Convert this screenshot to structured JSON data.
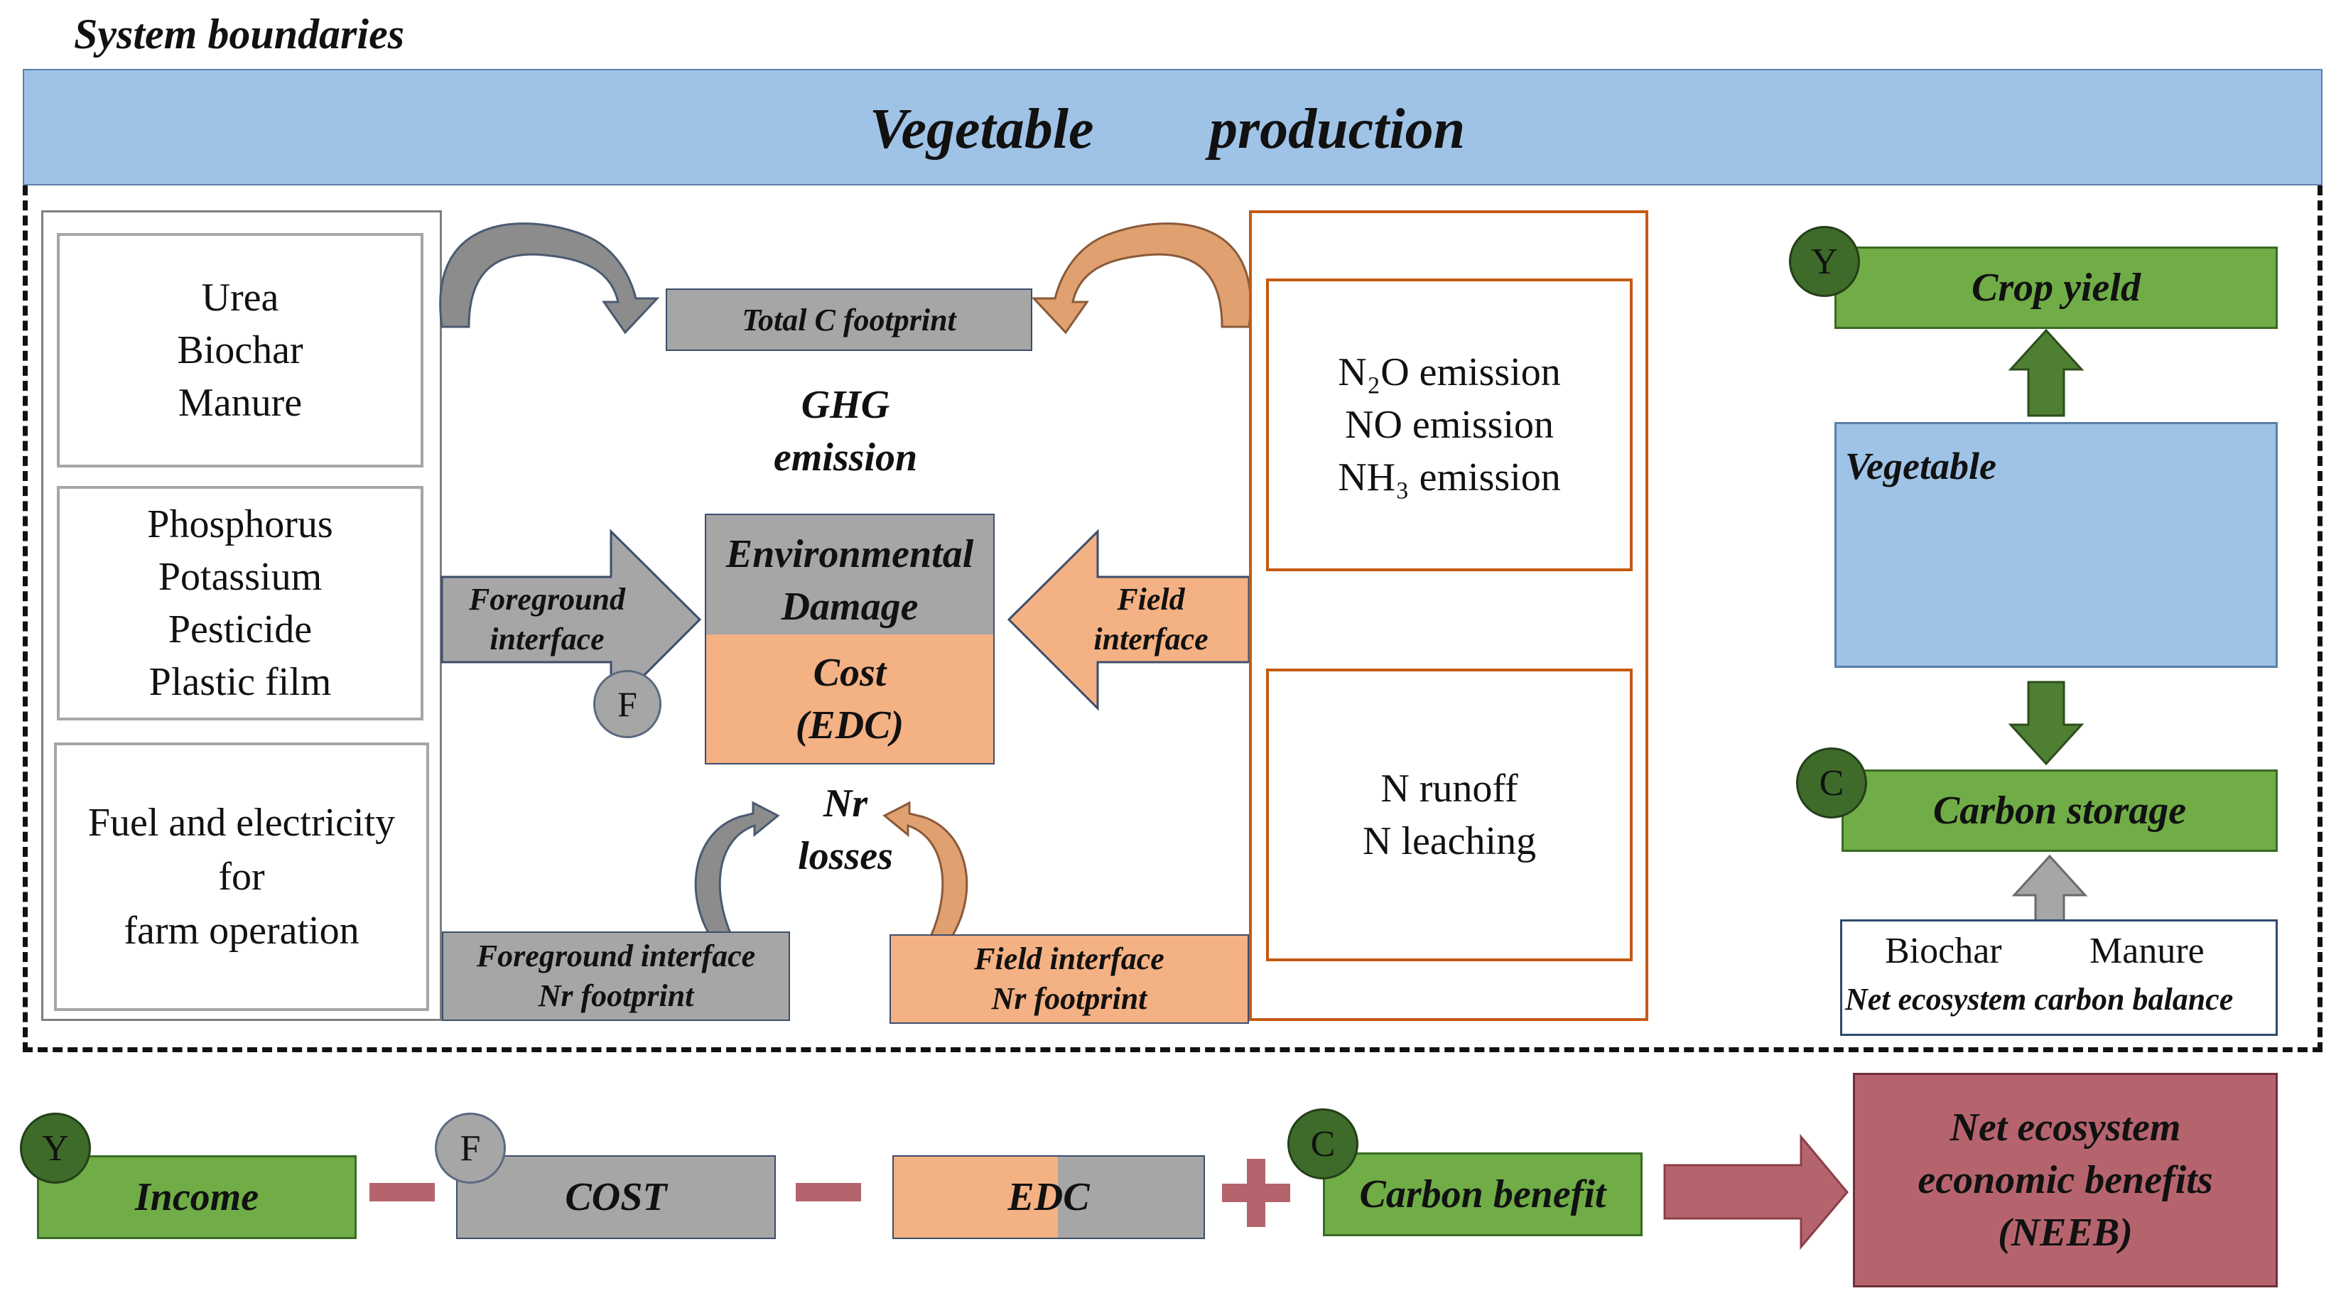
{
  "system_boundaries": "System boundaries",
  "banner": {
    "word1": "Vegetable",
    "word2": "production"
  },
  "inputs": {
    "group1": [
      "Urea",
      "Biochar",
      "Manure"
    ],
    "group2": [
      "Phosphorus",
      "Potassium",
      "Pesticide",
      "Plastic film"
    ],
    "group3": [
      "Fuel and electricity",
      "for",
      "farm operation"
    ]
  },
  "center": {
    "total_c": "Total C footprint",
    "ghg": [
      "GHG",
      "emission"
    ],
    "edc_top": [
      "Environmental",
      "Damage"
    ],
    "edc_bottom": [
      "Cost",
      "(EDC)"
    ],
    "nr": [
      "Nr",
      "losses"
    ],
    "foreground_arrow": [
      "Foreground",
      "interface"
    ],
    "field_arrow": [
      "Field",
      "interface"
    ],
    "foreground_nr": [
      "Foreground interface",
      "Nr footprint"
    ],
    "field_nr": [
      "Field interface",
      "Nr footprint"
    ],
    "f_badge": "F"
  },
  "emissions": {
    "gas": [
      "N₂O emission",
      "NO emission",
      "NH₃ emission"
    ],
    "n_loss": [
      "N runoff",
      "N leaching"
    ]
  },
  "right": {
    "y_badge": "Y",
    "crop_yield": "Crop yield",
    "vegetable": "Vegetable",
    "c_badge": "C",
    "carbon_storage": "Carbon storage",
    "biochar": "Biochar",
    "manure": "Manure",
    "necb": "Net ecosystem carbon balance"
  },
  "equation": {
    "income": "Income",
    "cost": "COST",
    "edc": "EDC",
    "carbon_benefit": "Carbon benefit",
    "result": [
      "Net ecosystem",
      "economic benefits",
      "(NEEB)"
    ],
    "y_badge": "Y",
    "f_badge": "F",
    "c_badge": "C"
  },
  "colors": {
    "banner": "#9fc3e6",
    "gray": "#a6a6a6",
    "orange": "#f4b183",
    "green": "#70ad47",
    "dark_green": "#3e6b2a",
    "maroon": "#b5646e",
    "emission_border": "#c55a11"
  },
  "icons": [
    "sun-icon",
    "cloud-icon",
    "vegetable-field-icon",
    "curved-arrow-icon",
    "minus-icon",
    "plus-icon"
  ]
}
